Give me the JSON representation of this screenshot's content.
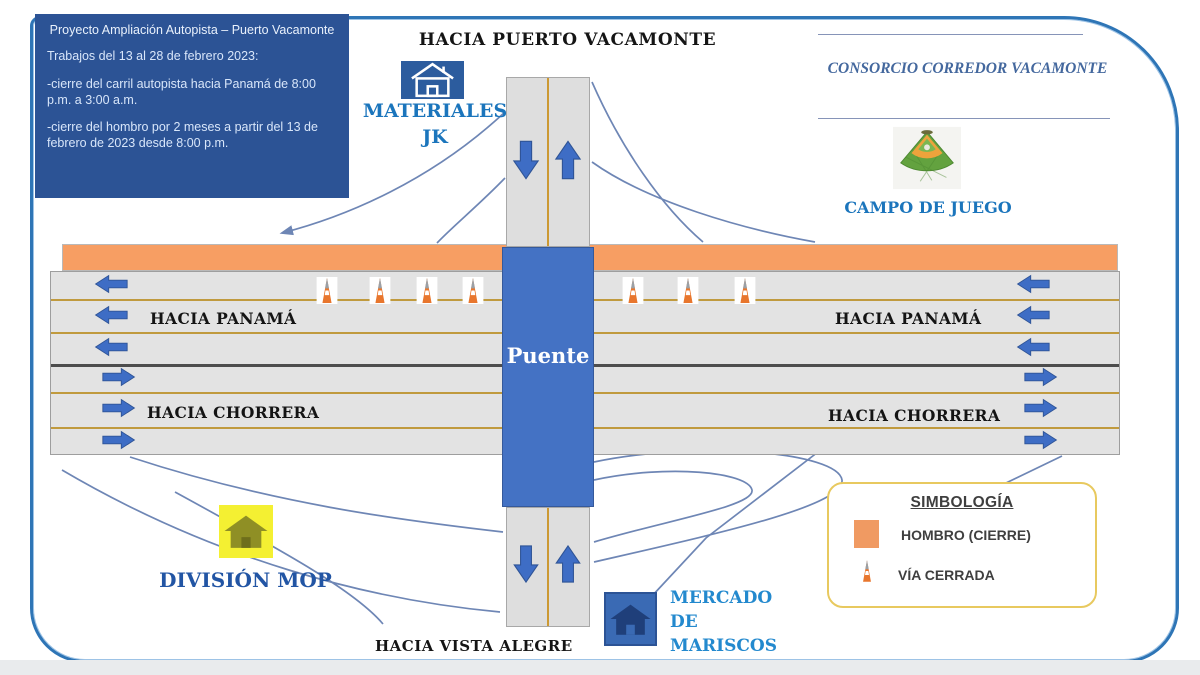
{
  "header": {
    "info_box": {
      "title": "Proyecto Ampliación Autopista – Puerto Vacamonte",
      "works": "Trabajos del 13 al 28 de febrero 2023:",
      "bullet1": "-cierre del carril autopista hacia Panamá de 8:00 p.m. a 3:00 a.m.",
      "bullet2": "-cierre del hombro por 2 meses a partir del 13 de febrero de 2023 desde 8:00 p.m."
    },
    "consorcio": "CONSORCIO CORREDOR VACAMONTE"
  },
  "directions": {
    "north": "HACIA PUERTO VACAMONTE",
    "south": "HACIA VISTA ALEGRE",
    "panama_left": "HACIA PANAMÁ",
    "panama_right": "HACIA PANAMÁ",
    "chorrera_left": "HACIA CHORRERA",
    "chorrera_right": "HACIA CHORRERA"
  },
  "bridge": {
    "label": "Puente"
  },
  "landmarks": {
    "materiales": {
      "line1": "MATERIALES",
      "line2": "JK"
    },
    "campo": {
      "label": "CAMPO DE JUEGO"
    },
    "division": {
      "label": "DIVISIÓN MOP"
    },
    "mercado": {
      "line1": "MERCADO",
      "line2": "DE",
      "line3": "MARISCOS"
    }
  },
  "legend": {
    "title": "SIMBOLOGÍA",
    "items": [
      {
        "icon": "shoulder-closure-swatch",
        "label": "HOMBRO (CIERRE)"
      },
      {
        "icon": "traffic-cone-icon",
        "label": "VÍA CERRADA"
      }
    ]
  },
  "colors": {
    "shoulder_closure": "#F79E63",
    "cone_orange": "#E8762D",
    "arrow_blue": "#3E6DC5",
    "bridge_blue": "#4472C4",
    "info_box_blue": "#2C5395",
    "landmark_text_blue": "#1B75BC",
    "frame_border_blue": "#2E75B6",
    "legend_border_gold": "#E8C95F",
    "lane_line_gold": "#C09A3E"
  }
}
